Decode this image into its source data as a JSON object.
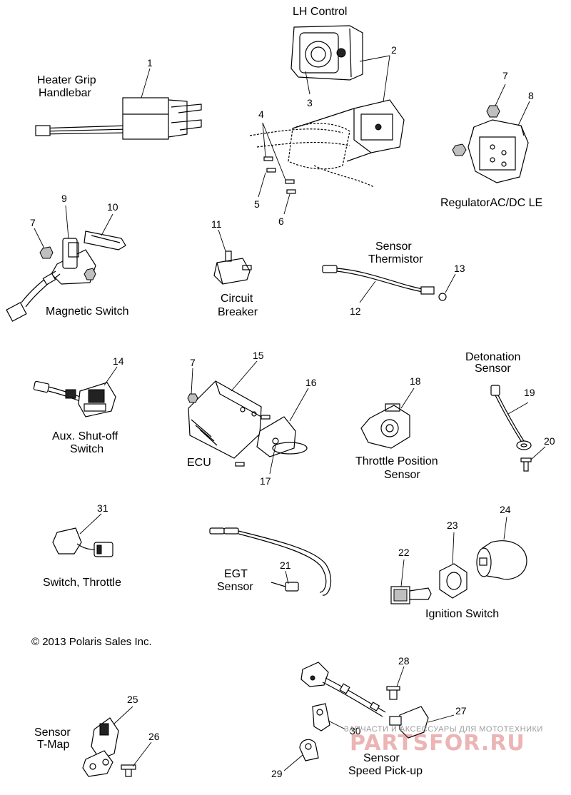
{
  "labels": {
    "lh_control": "LH Control",
    "heater_grip_1": "Heater Grip",
    "heater_grip_2": "Handlebar",
    "regulator": "RegulatorAC/DC LE",
    "magnetic_switch": "Magnetic Switch",
    "circuit_breaker_1": "Circuit",
    "circuit_breaker_2": "Breaker",
    "sensor_thermistor_1": "Sensor",
    "sensor_thermistor_2": "Thermistor",
    "detonation_1": "Detonation",
    "detonation_2": "Sensor",
    "aux_1": "Aux. Shut-off",
    "aux_2": "Switch",
    "ecu": "ECU",
    "tps_1": "Throttle Position",
    "tps_2": "Sensor",
    "switch_throttle": "Switch, Throttle",
    "egt_1": "EGT",
    "egt_2": "Sensor",
    "ignition_switch": "Ignition Switch",
    "tmap_1": "Sensor",
    "tmap_2": "T-Map",
    "speed_1": "Sensor",
    "speed_2": "Speed Pick-up"
  },
  "callouts": {
    "n1": "1",
    "n2": "2",
    "n3": "3",
    "n4": "4",
    "n5": "5",
    "n6": "6",
    "n7a": "7",
    "n8": "8",
    "n9": "9",
    "n7b": "7",
    "n10": "10",
    "n11": "11",
    "n12": "12",
    "n13": "13",
    "n14": "14",
    "n7c": "7",
    "n15": "15",
    "n16": "16",
    "n17": "17",
    "n18": "18",
    "n19": "19",
    "n20": "20",
    "n31": "31",
    "n21": "21",
    "n22": "22",
    "n23": "23",
    "n24": "24",
    "n25": "25",
    "n26": "26",
    "n28": "28",
    "n27": "27",
    "n30": "30",
    "n29": "29"
  },
  "copyright": "© 2013 Polaris Sales Inc.",
  "watermark": {
    "text": "ЗАПЧАСТИ И АКСЕССУАРЫ ДЛЯ МОТОТЕХНИКИ",
    "logo": "PARTSFOR.RU"
  }
}
